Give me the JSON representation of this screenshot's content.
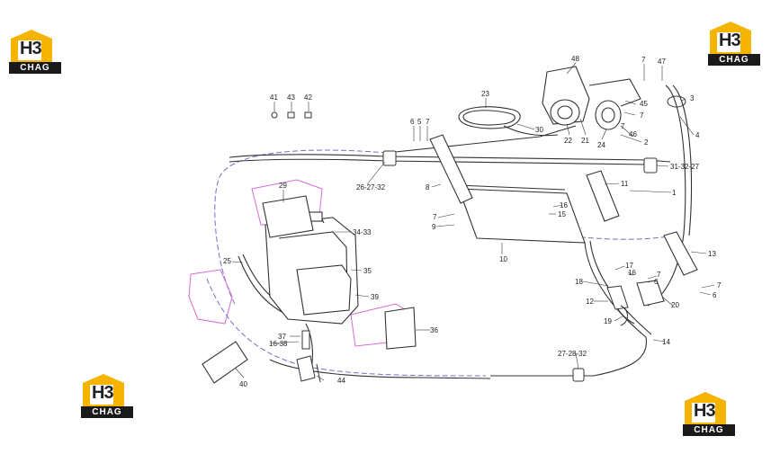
{
  "logos": [
    {
      "id": "logo-top-left",
      "mark": "H3",
      "word": "CHAG"
    },
    {
      "id": "logo-top-right",
      "mark": "H3",
      "word": "CHAG"
    },
    {
      "id": "logo-bottom-left",
      "mark": "H3",
      "word": "CHAG"
    },
    {
      "id": "logo-bottom-right",
      "mark": "H3",
      "word": "CHAG"
    }
  ],
  "callouts": {
    "c41": "41",
    "c43": "43",
    "c42": "42",
    "c23": "23",
    "c48": "48",
    "c7a": "7",
    "c47": "47",
    "c3": "3",
    "c45": "45",
    "c7b": "7",
    "c7c": "7",
    "c46": "46",
    "c4": "4",
    "c22": "22",
    "c21": "21",
    "c24": "24",
    "c2": "2",
    "c30": "30",
    "c6a": "6",
    "c5": "5",
    "c7d": "7",
    "c31_32_27": "31-32-27",
    "c8": "8",
    "c26_27_32": "26-27-32",
    "c29": "29",
    "c11": "11",
    "c1": "1",
    "c16a": "16",
    "c15": "15",
    "c7e": "7",
    "c9": "9",
    "c34_33": "34-33",
    "c10": "10",
    "c13": "13",
    "c25": "25",
    "c35": "35",
    "c17": "17",
    "c16b": "16",
    "c7f": "7",
    "c6b": "6",
    "c18": "18",
    "c7g": "7",
    "c6c": "6",
    "c39": "39",
    "c12": "12",
    "c20": "20",
    "c19": "19",
    "c37": "37",
    "c36": "36",
    "c16_38": "16-38",
    "c14": "14",
    "c27_28_32": "27-28-32",
    "c40": "40",
    "c44": "44"
  },
  "colors": {
    "line": "#333333",
    "pink": "#d86ad8",
    "dash": "#7070c0",
    "accent": "#f4b400"
  }
}
